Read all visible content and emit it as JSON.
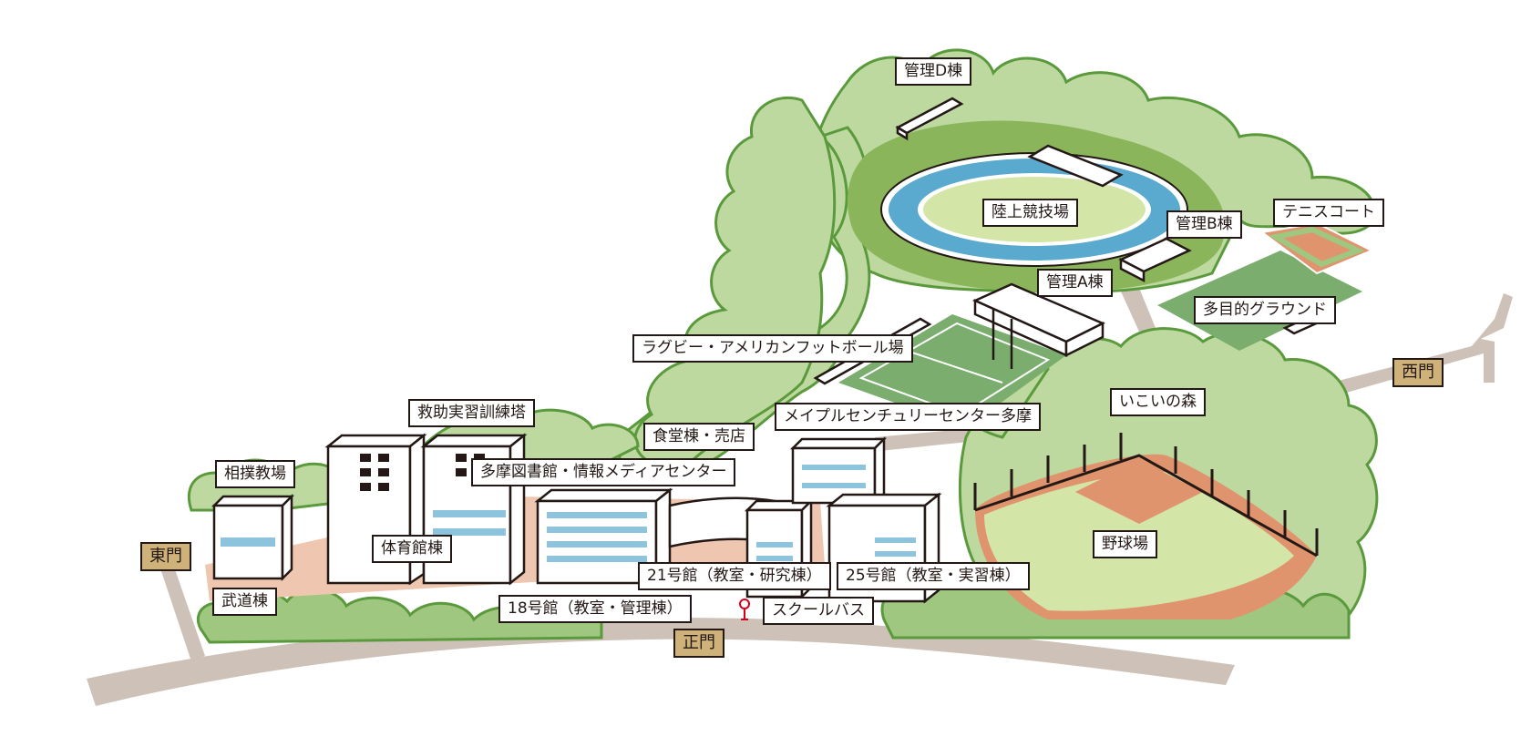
{
  "colors": {
    "road": "#cdc1b8",
    "tree_light": "#bdd9a0",
    "tree_mid": "#9fc77f",
    "tree_outline": "#5a9a3c",
    "lawn": "#8bb55a",
    "track": "#5aa9cf",
    "field": "#d4e5a8",
    "green_field": "#7aad6e",
    "clay": "#e0946e",
    "plaza": "#efc7b0",
    "building": "#ffffff",
    "window": "#8ec3de",
    "gate": "#cfb27a",
    "pin": "#d6001c"
  },
  "icons": {
    "bus_stop": "map-pin-icon"
  },
  "gates": {
    "east": "東門",
    "west": "西門",
    "main": "正門"
  },
  "labels": {
    "admin_d": "管理D棟",
    "track_field": "陸上競技場",
    "admin_b": "管理B棟",
    "tennis": "テニスコート",
    "admin_a": "管理A棟",
    "multi_ground": "多目的グラウンド",
    "rugby": "ラグビー・アメリカンフットボール場",
    "ikoi_forest": "いこいの森",
    "rescue_tower": "救助実習訓練塔",
    "cafeteria": "食堂棟・売店",
    "maple_center": "メイプルセンチュリーセンター多摩",
    "sumo": "相撲教場",
    "library": "多摩図書館・情報メディアセンター",
    "gym": "体育館棟",
    "baseball": "野球場",
    "bldg21": "21号館（教室・研究棟）",
    "bldg25": "25号館（教室・実習棟）",
    "budo": "武道棟",
    "bldg18": "18号館（教室・管理棟）",
    "school_bus": "スクールバス"
  }
}
